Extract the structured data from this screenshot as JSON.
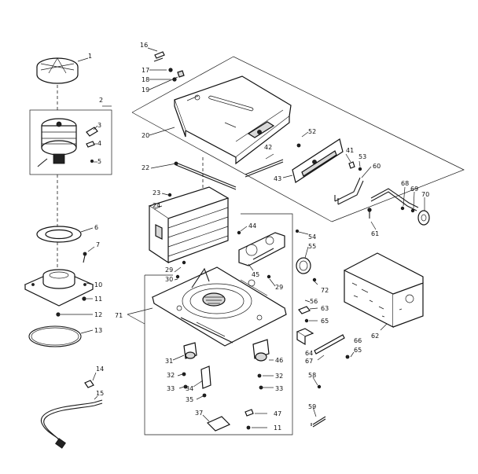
{
  "callouts": [
    {
      "key": "c1",
      "text": "1"
    },
    {
      "key": "c2",
      "text": "2"
    },
    {
      "key": "c3",
      "text": "3"
    },
    {
      "key": "c4",
      "text": "4"
    },
    {
      "key": "c5",
      "text": "5"
    },
    {
      "key": "c6",
      "text": "6"
    },
    {
      "key": "c7",
      "text": "7"
    },
    {
      "key": "c10",
      "text": "10"
    },
    {
      "key": "c11a",
      "text": "11"
    },
    {
      "key": "c12",
      "text": "12"
    },
    {
      "key": "c13",
      "text": "13"
    },
    {
      "key": "c14",
      "text": "14"
    },
    {
      "key": "c15",
      "text": "15"
    },
    {
      "key": "c16",
      "text": "16"
    },
    {
      "key": "c17",
      "text": "17"
    },
    {
      "key": "c18",
      "text": "18"
    },
    {
      "key": "c19",
      "text": "19"
    },
    {
      "key": "c20",
      "text": "20"
    },
    {
      "key": "c22",
      "text": "22"
    },
    {
      "key": "c23",
      "text": "23"
    },
    {
      "key": "c24",
      "text": "24"
    },
    {
      "key": "c29a",
      "text": "29"
    },
    {
      "key": "c29b",
      "text": "29"
    },
    {
      "key": "c30",
      "text": "30"
    },
    {
      "key": "c31",
      "text": "31"
    },
    {
      "key": "c32a",
      "text": "32"
    },
    {
      "key": "c32b",
      "text": "32"
    },
    {
      "key": "c33a",
      "text": "33"
    },
    {
      "key": "c33b",
      "text": "33"
    },
    {
      "key": "c34",
      "text": "34"
    },
    {
      "key": "c35",
      "text": "35"
    },
    {
      "key": "c37",
      "text": "37"
    },
    {
      "key": "c41",
      "text": "41"
    },
    {
      "key": "c42",
      "text": "42"
    },
    {
      "key": "c43",
      "text": "43"
    },
    {
      "key": "c44",
      "text": "44"
    },
    {
      "key": "c45",
      "text": "45"
    },
    {
      "key": "c46",
      "text": "46"
    },
    {
      "key": "c47",
      "text": "47"
    },
    {
      "key": "c11b",
      "text": "11"
    },
    {
      "key": "c52",
      "text": "52"
    },
    {
      "key": "c53",
      "text": "53"
    },
    {
      "key": "c54",
      "text": "54"
    },
    {
      "key": "c55",
      "text": "55"
    },
    {
      "key": "c56",
      "text": "56"
    },
    {
      "key": "c58",
      "text": "58"
    },
    {
      "key": "c59",
      "text": "59"
    },
    {
      "key": "c60",
      "text": "60"
    },
    {
      "key": "c61",
      "text": "61"
    },
    {
      "key": "c62",
      "text": "62"
    },
    {
      "key": "c63",
      "text": "63"
    },
    {
      "key": "c64",
      "text": "64"
    },
    {
      "key": "c65a",
      "text": "65"
    },
    {
      "key": "c65b",
      "text": "65"
    },
    {
      "key": "c66",
      "text": "66"
    },
    {
      "key": "c67",
      "text": "67"
    },
    {
      "key": "c68",
      "text": "68"
    },
    {
      "key": "c69",
      "text": "69"
    },
    {
      "key": "c70",
      "text": "70"
    },
    {
      "key": "c71",
      "text": "71"
    },
    {
      "key": "c72",
      "text": "72"
    }
  ]
}
